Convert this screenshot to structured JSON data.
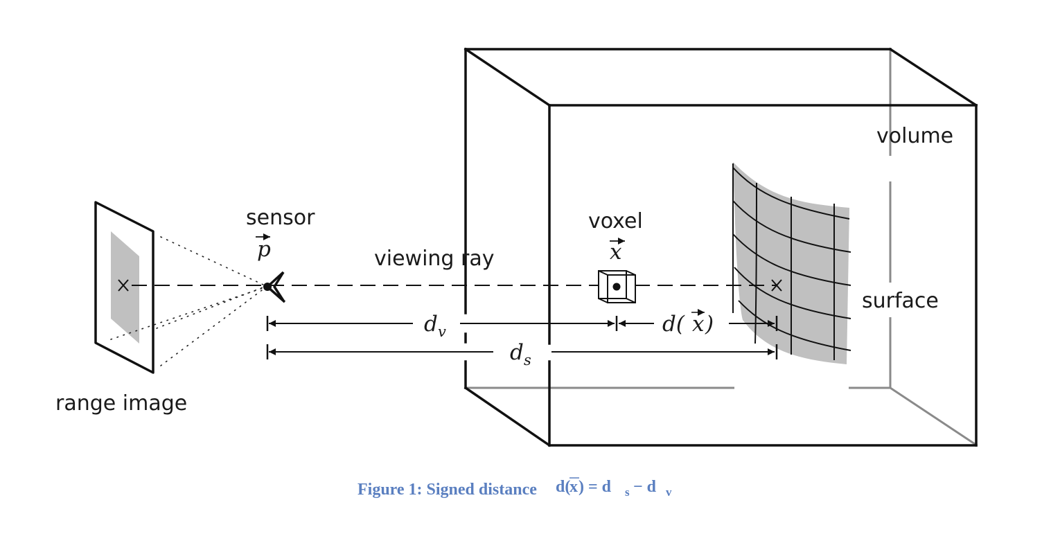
{
  "labels": {
    "range_image": "range image",
    "sensor": "sensor",
    "sensor_symbol": "p",
    "viewing_ray": "viewing ray",
    "voxel": "voxel",
    "voxel_symbol": "x",
    "volume": "volume",
    "surface": "surface"
  },
  "distances": {
    "dv_base": "d",
    "dv_sub": "v",
    "ds_base": "d",
    "ds_sub": "s",
    "dx_left": "d(",
    "dx_var": "x",
    "dx_right": ")"
  },
  "caption": {
    "text": "Figure 1: Signed distance",
    "formula_lhs": "d(",
    "formula_var": "x",
    "formula_rhs": ") = d",
    "formula_s": "s",
    "formula_minus": " − d",
    "formula_v": "v"
  },
  "colors": {
    "caption": "#5a7fc0",
    "shading": "#c0c0c0",
    "ink": "#111111"
  }
}
